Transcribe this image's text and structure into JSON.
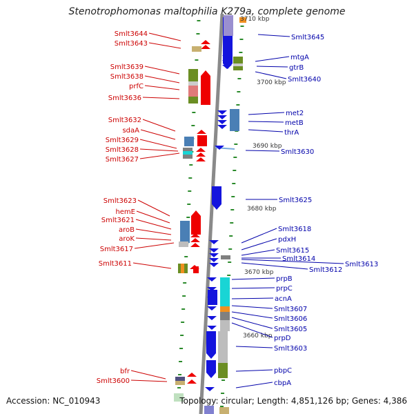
{
  "title": "Stenotrophomonas maltophilia K279a, complete genome",
  "accession_text": "Accession: NC_010943",
  "topology_text": "Topology: circular; Length: 4,851,126 bp; Genes: 4,386",
  "scale_labels": [
    "3710 kbp",
    "3700 kbp",
    "3690 kbp",
    "3680 kbp",
    "3670 kbp",
    "3660 kbp"
  ],
  "colors": {
    "reverse_label": "#cc0000",
    "forward_label": "#0000aa",
    "reverse_arrow": "#ee0000",
    "forward_arrow": "#1414dd",
    "backbone": "#8a8a8a",
    "tick": "#2a8a2a",
    "cog_olive": "#6b8e23",
    "cog_pink": "#e07a7a",
    "cog_steel": "#4a7fb5",
    "cog_cyan": "#19d5d5",
    "cog_grey": "#bdbdbd",
    "cog_orange": "#f09020",
    "cog_tan": "#c8b070",
    "cog_navy": "#505080"
  },
  "reverse_genes": [
    "Smlt3644",
    "Smlt3643",
    "Smlt3639",
    "Smlt3638",
    "prfC",
    "Smlt3636",
    "Smlt3632",
    "sdaA",
    "Smlt3629",
    "Smlt3628",
    "Smlt3627",
    "Smlt3623",
    "hemE",
    "Smlt3621",
    "aroB",
    "aroK",
    "Smlt3617",
    "Smlt3611",
    "bfr",
    "Smlt3600"
  ],
  "forward_genes": [
    "Smlt3645",
    "mtgA",
    "gtrB",
    "Smlt3640",
    "met2",
    "metB",
    "thrA",
    "Smlt3630",
    "Smlt3625",
    "Smlt3618",
    "pdxH",
    "Smlt3615",
    "Smlt3614",
    "Smlt3613",
    "Smlt3612",
    "prpB",
    "prpC",
    "acnA",
    "Smlt3607",
    "Smlt3606",
    "Smlt3605",
    "prpD",
    "Smlt3603",
    "pbpC",
    "cbpA"
  ]
}
